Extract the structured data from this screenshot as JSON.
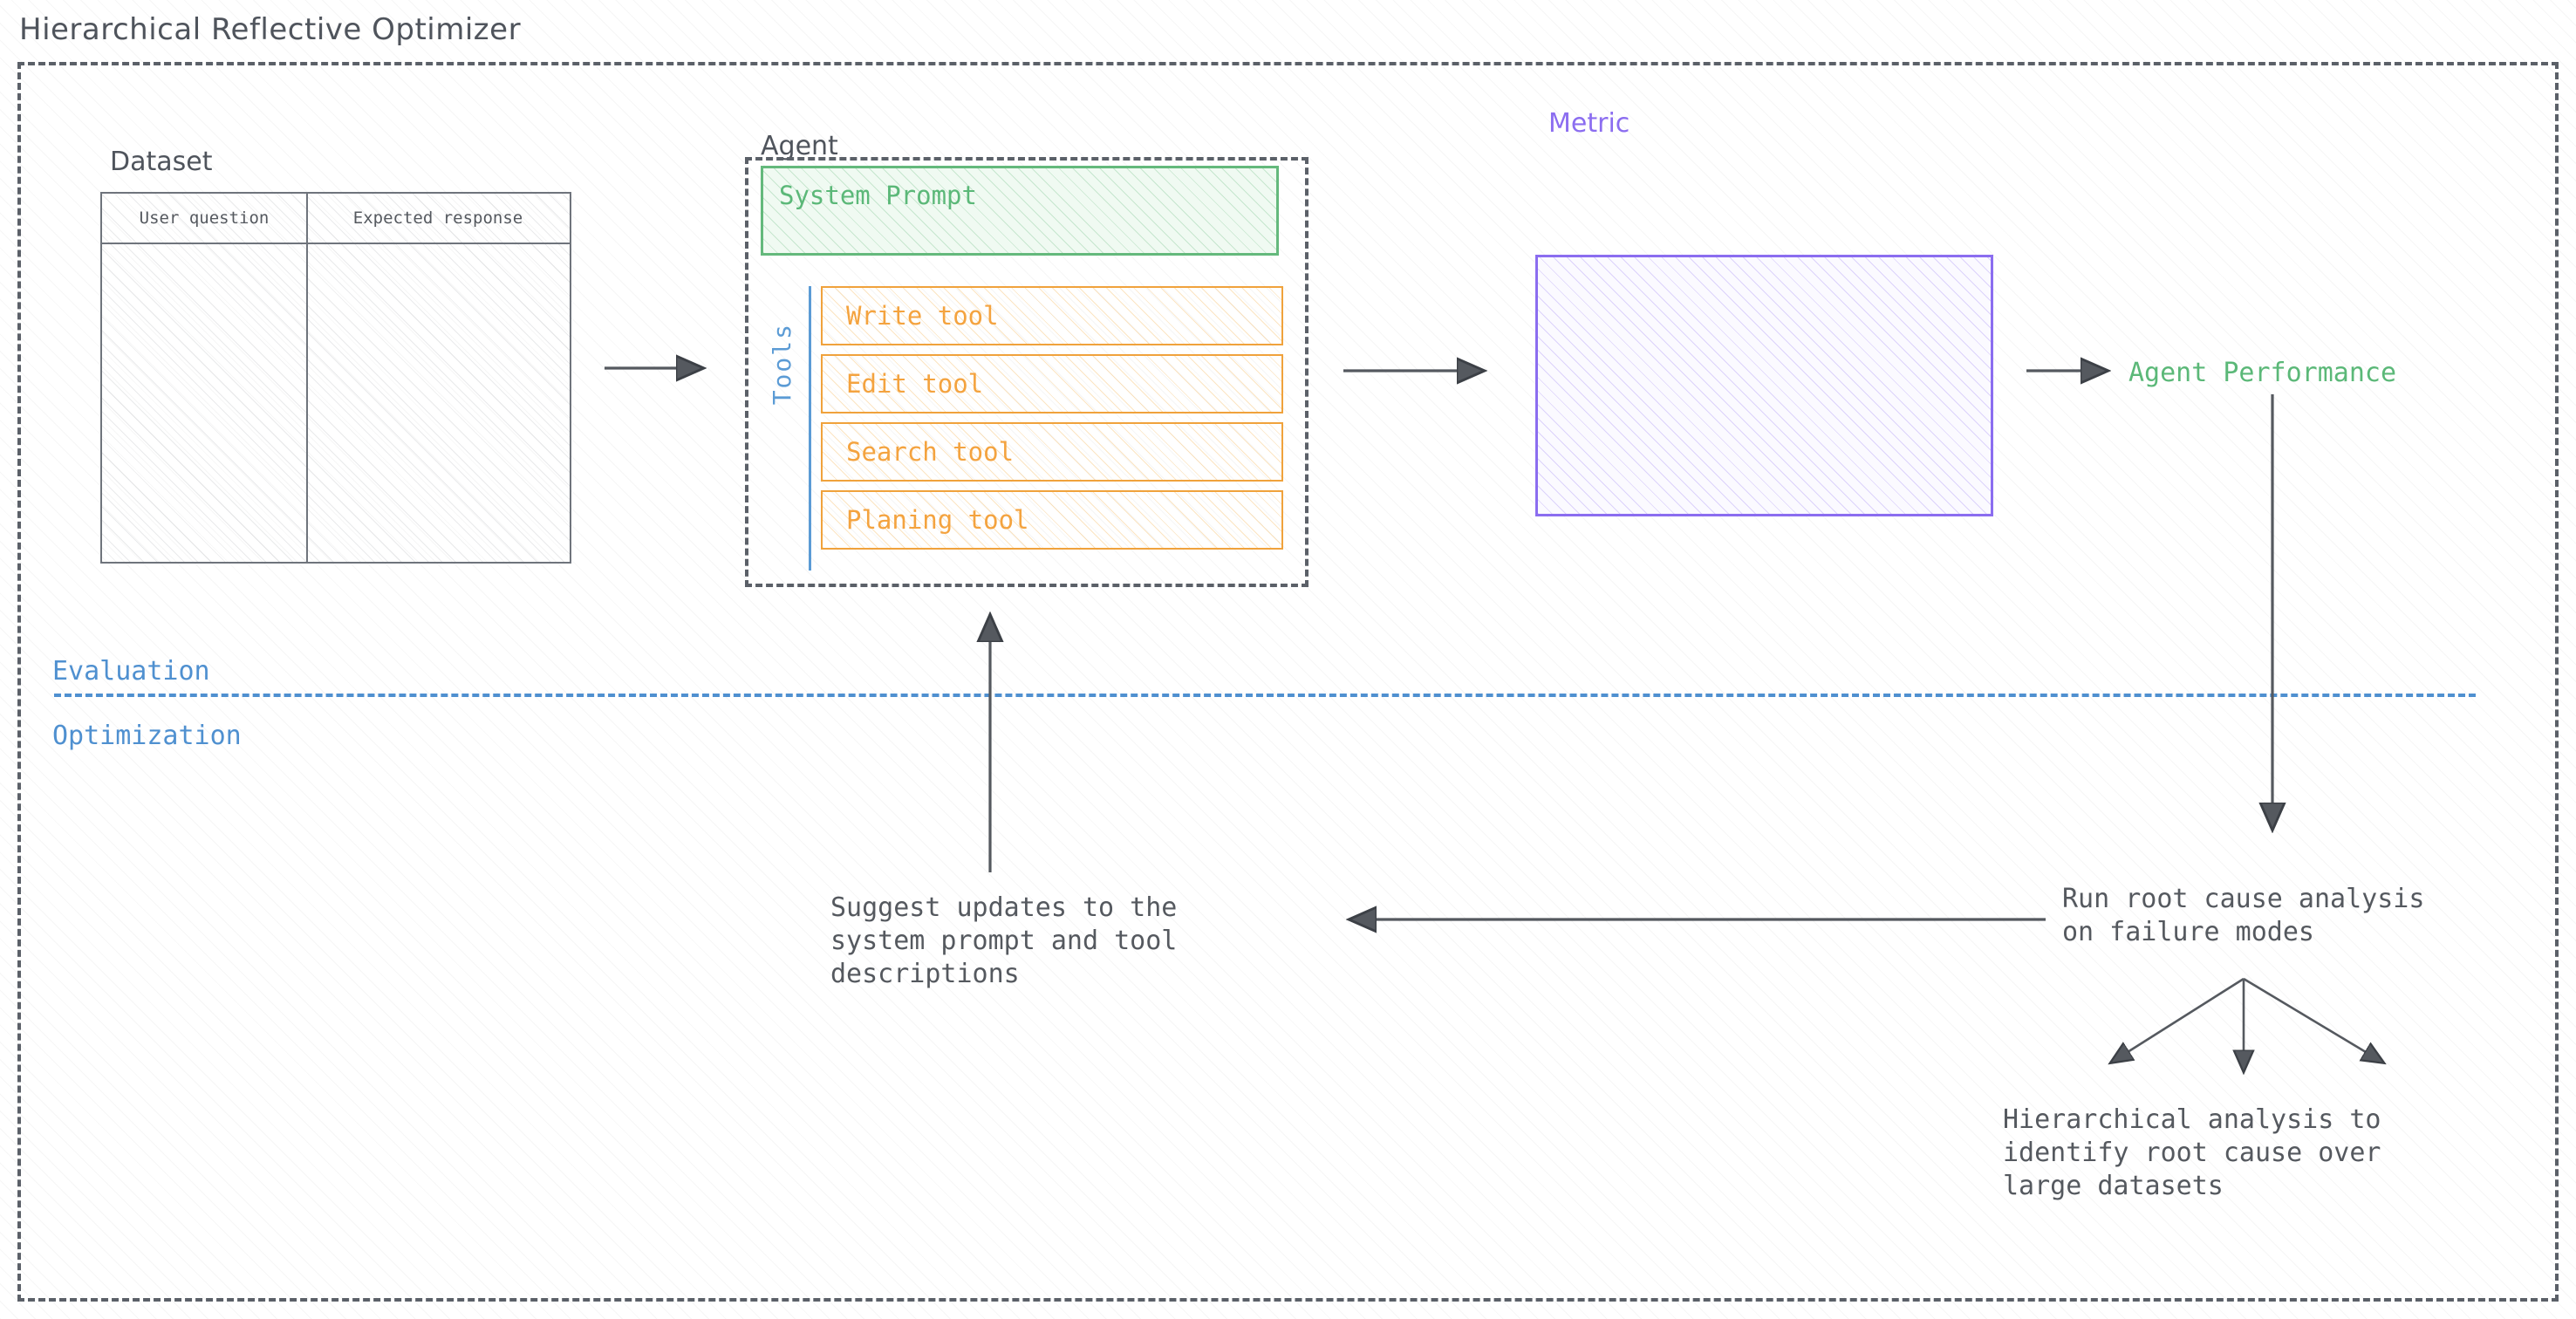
{
  "title": "Hierarchical Reflective Optimizer",
  "dataset": {
    "label": "Dataset",
    "columns": [
      "User question",
      "Expected response"
    ],
    "rows": []
  },
  "agent": {
    "label": "Agent",
    "system_prompt": "System Prompt",
    "tools_label": "Tools",
    "tools": [
      "Write tool",
      "Edit tool",
      "Search tool",
      "Planing tool"
    ]
  },
  "metric": {
    "label": "Metric"
  },
  "agent_performance": {
    "label": "Agent Performance"
  },
  "phases": {
    "evaluation": "Evaluation",
    "optimization": "Optimization"
  },
  "optimization_steps": {
    "suggest": "Suggest updates to the\nsystem prompt and tool\ndescriptions",
    "root_cause": "Run root cause analysis\non failure modes",
    "hierarchical": "Hierarchical analysis to\nidentify root cause over\nlarge datasets"
  },
  "colors": {
    "frame": "#5b6068",
    "text": "#55595f",
    "green": "#5bb878",
    "orange": "#f4a33f",
    "blue": "#4f90d0",
    "purple": "#8b6df0",
    "background": "#ffffff"
  }
}
